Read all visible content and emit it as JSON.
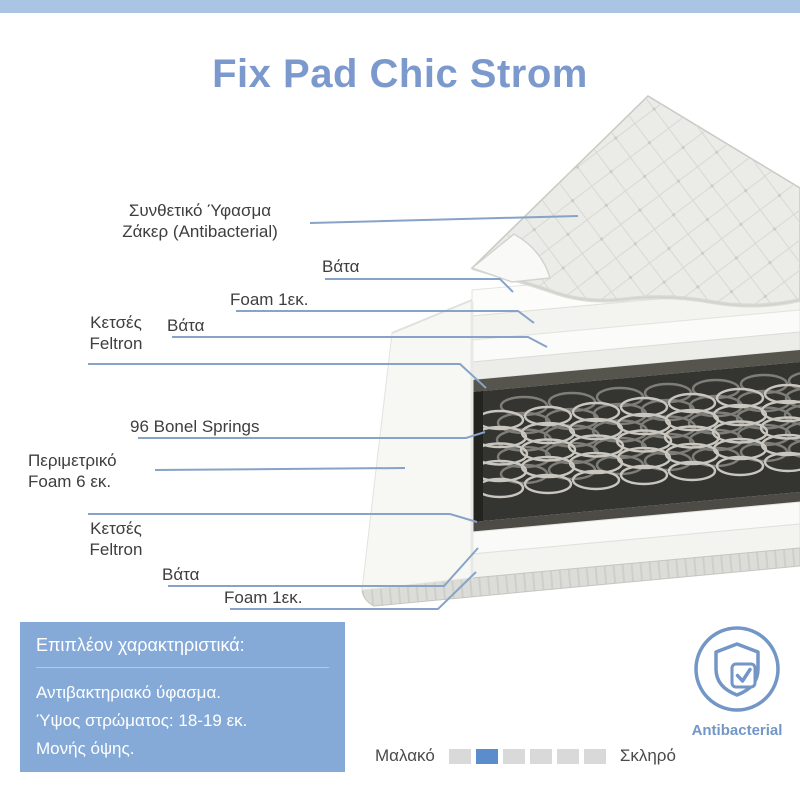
{
  "title": "Fix Pad Chic Strom",
  "colors": {
    "accent_blue": "#7b99cd",
    "strip_blue": "#aac5e3",
    "box_blue": "#86aad8",
    "badge_blue": "#7296c6",
    "leader_line": "#87a3c7"
  },
  "layer_labels": [
    {
      "text": "Συνθετικό Ύφασμα\nΖάκερ (Antibacterial)"
    },
    {
      "text": "Βάτα"
    },
    {
      "text": "Foam 1εκ."
    },
    {
      "text": "Βάτα"
    },
    {
      "text": "Κετσές\nFeltron"
    },
    {
      "text": "96 Bonel Springs"
    },
    {
      "text": "Περιμετρικό\nFoam 6 εκ."
    },
    {
      "text": "Κετσές\nFeltron"
    },
    {
      "text": "Βάτα"
    },
    {
      "text": "Foam 1εκ."
    }
  ],
  "extra_features": {
    "title": "Επιπλέον χαρακτηριστικά:",
    "lines": [
      "Αντιβακτηριακό ύφασμα.",
      "Ύψος στρώματος: 18-19 εκ.",
      "Μονής όψης."
    ]
  },
  "antibacterial_badge": {
    "label": "Antibacterial"
  },
  "firmness": {
    "soft_label": "Μαλακό",
    "hard_label": "Σκληρό",
    "levels": 6,
    "active_index": 1,
    "active_color": "#5b8ccc",
    "inactive_color": "#d9d9d9"
  }
}
